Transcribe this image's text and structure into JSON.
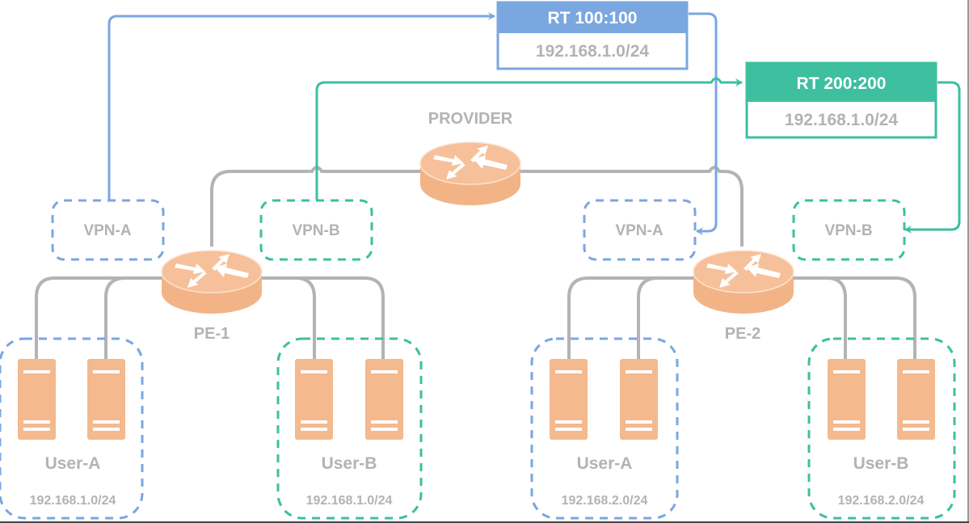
{
  "colors": {
    "vpn_a": "#7aa7e0",
    "vpn_b": "#3dbfa0",
    "link": "#b3b3b3",
    "device": "#f4b98c",
    "label": "#b3b3b3"
  },
  "provider": {
    "label": "PROVIDER",
    "icon": "router-icon"
  },
  "route_targets": [
    {
      "id": "rt-a",
      "title": "RT  100:100",
      "prefix": "192.168.1.0/24",
      "vpn": "vpn_a"
    },
    {
      "id": "rt-b",
      "title": "RT  200:200",
      "prefix": "192.168.1.0/24",
      "vpn": "vpn_b"
    }
  ],
  "pe_routers": [
    {
      "label": "PE-1",
      "vpns": [
        {
          "label": "VPN-A",
          "vpn": "vpn_a"
        },
        {
          "label": "VPN-B",
          "vpn": "vpn_b"
        }
      ],
      "sites": [
        {
          "label": "User-A",
          "prefix": "192.168.1.0/24",
          "vpn": "vpn_a",
          "servers": 2
        },
        {
          "label": "User-B",
          "prefix": "192.168.1.0/24",
          "vpn": "vpn_b",
          "servers": 2
        }
      ]
    },
    {
      "label": "PE-2",
      "vpns": [
        {
          "label": "VPN-A",
          "vpn": "vpn_a"
        },
        {
          "label": "VPN-B",
          "vpn": "vpn_b"
        }
      ],
      "sites": [
        {
          "label": "User-A",
          "prefix": "192.168.2.0/24",
          "vpn": "vpn_a",
          "servers": 2
        },
        {
          "label": "User-B",
          "prefix": "192.168.2.0/24",
          "vpn": "vpn_b",
          "servers": 2
        }
      ]
    }
  ]
}
